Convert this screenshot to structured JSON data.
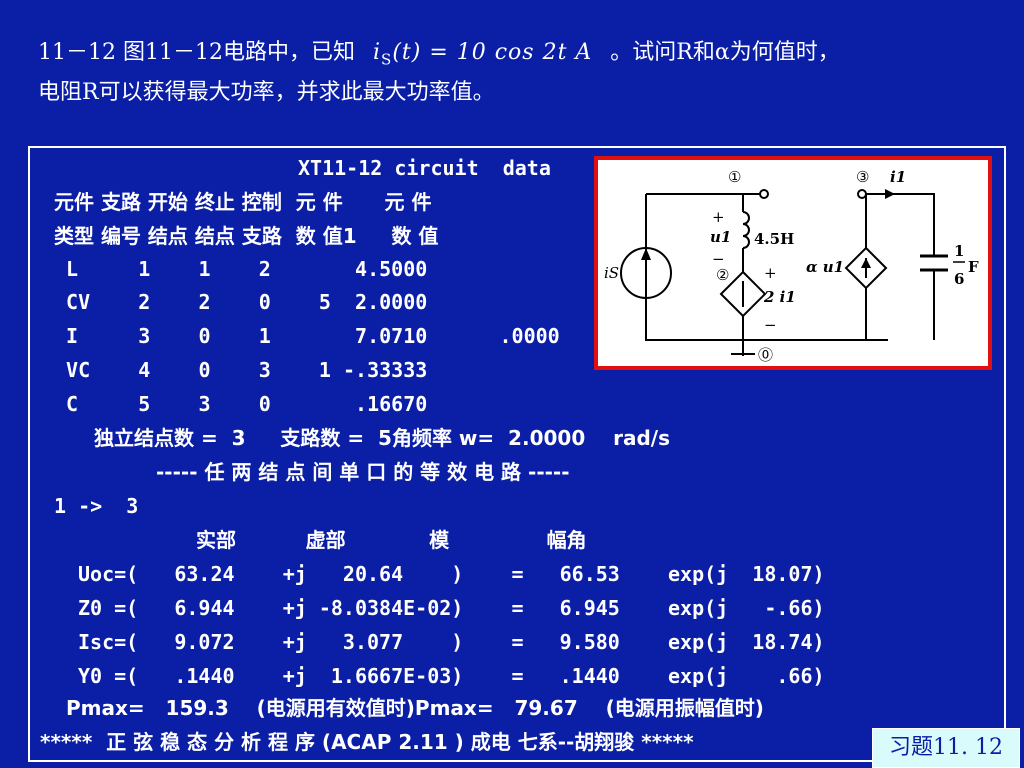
{
  "problem": {
    "line1_before": "11－12  图11－12电路中，已知",
    "formula": "i",
    "formula_sub": "S",
    "formula_rest": "(t) = 10 cos 2t  A",
    "line1_after": "。试问R和α为何值时，",
    "line2": "电阻R可以获得最大功率，并求此最大功率值。"
  },
  "output": {
    "title": "XT11-12 circuit  data",
    "header1": "元件 支路 开始 终止 控制  元 件      元 件",
    "header2": "类型 编号 结点 结点 支路  数 值1     数 值",
    "rows": [
      " L     1    1    2       4.5000",
      " CV    2    2    0    5  2.0000",
      " I     3    0    1       7.0710      .0000",
      " VC    4    0    3    1 -.33333",
      " C     5    3    0       .16670"
    ],
    "summary": "独立结点数 =  3     支路数 =  5角频率 w=  2.0000    rad/s",
    "equiv_title": "----- 任 两 结 点 间 单 口 的 等 效 电 路 -----",
    "port": "1 ->  3",
    "col_headers": "实部          虚部            模              幅角",
    "results": [
      "Uoc=(   63.24    +j   20.64    )    =   66.53    exp(j  18.07)",
      "Z0 =(   6.944    +j -8.0384E-02)    =   6.945    exp(j   -.66)",
      "Isc=(   9.072    +j   3.077    )    =   9.580    exp(j  18.74)",
      "Y0 =(   .1440    +j  1.6667E-03)    =   .1440    exp(j    .66)"
    ],
    "pmax": "Pmax=   159.3    (电源用有效值时)Pmax=   79.67    (电源用振幅值时)",
    "footer": "*****  正 弦 稳 态 分 析 程 序 (ACAP 2.11 ) 成电 七系--胡翔骏 *****"
  },
  "circuit": {
    "node1": "①",
    "node2": "②",
    "node3": "③",
    "node0": "⓪",
    "current_is": "iS",
    "current_i1": "i1",
    "u1_label": "u1",
    "inductor": "4.5H",
    "ccvs": "2 i1",
    "vccs": "α u1",
    "cap_num": "1",
    "cap_den": "6",
    "cap_unit": "F",
    "plus": "+",
    "minus": "−"
  },
  "badge": "习题11. 12",
  "colors": {
    "background": "#0b1ea6",
    "frame": "#e01010",
    "badge_bg": "#d9fbfb"
  }
}
